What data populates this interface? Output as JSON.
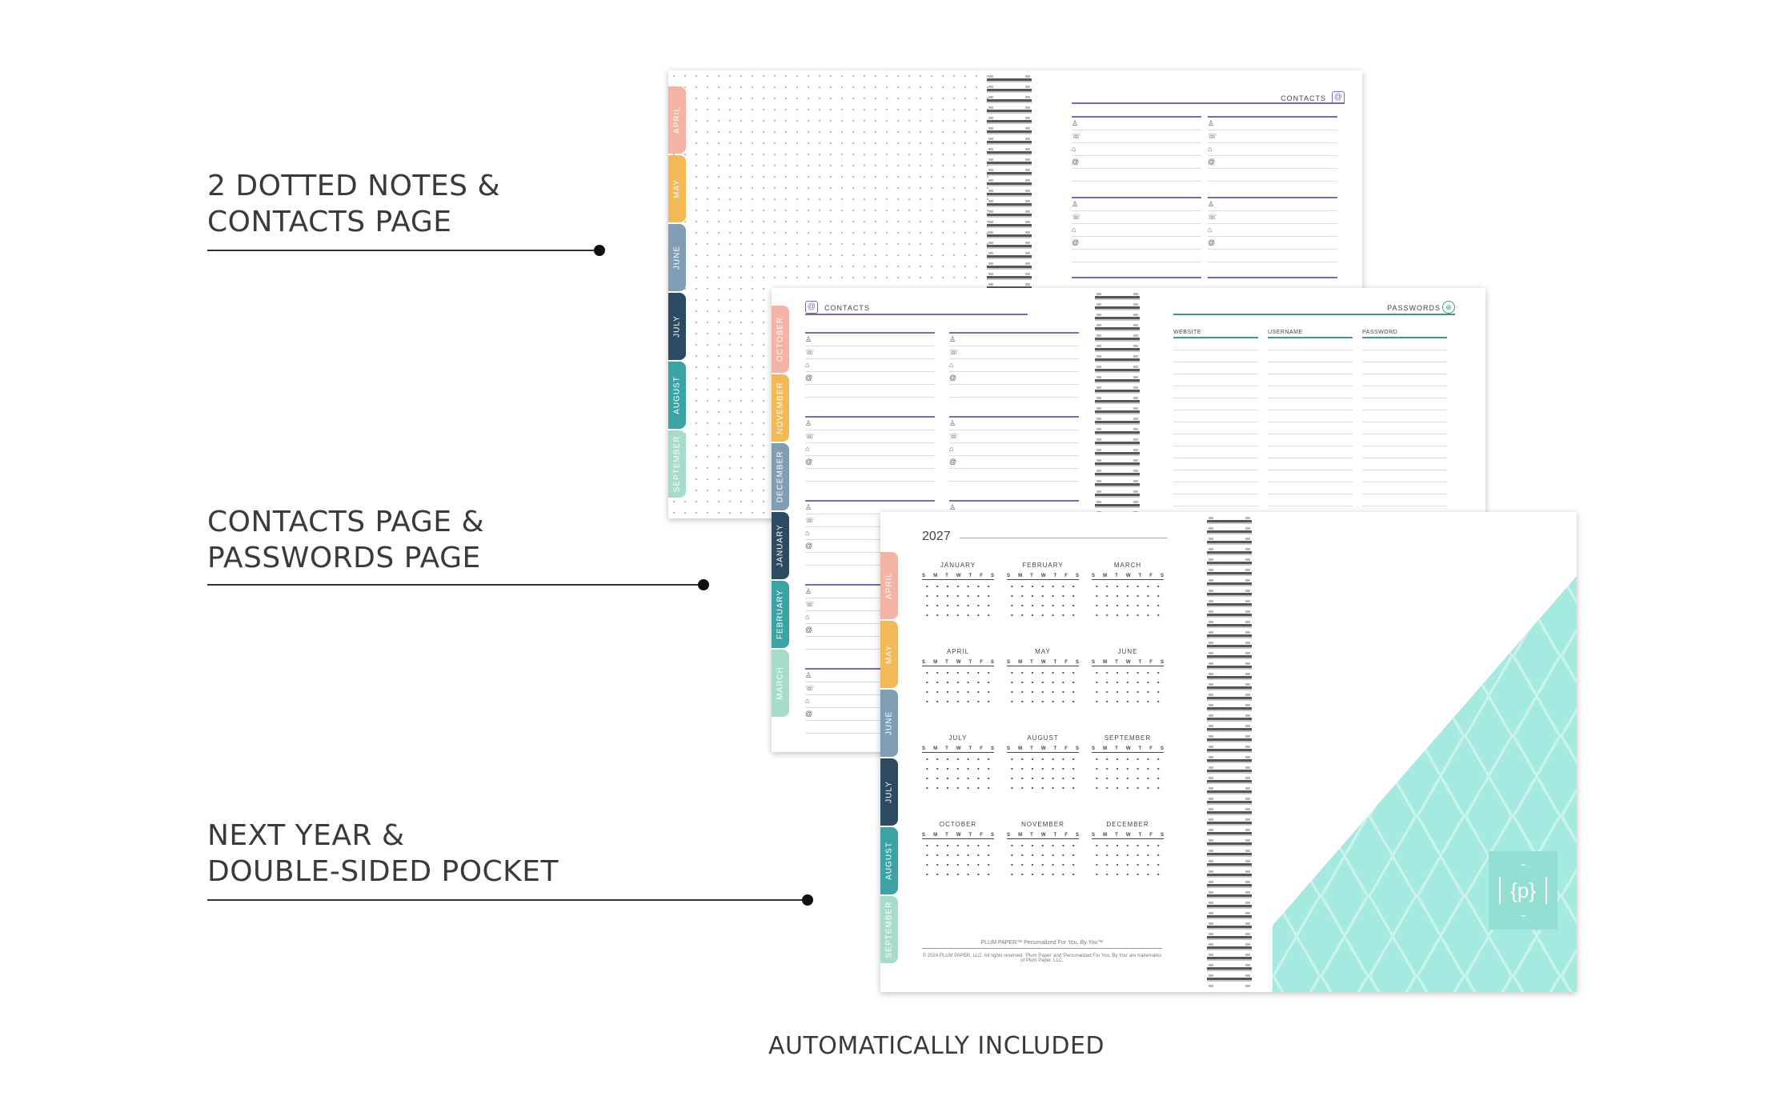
{
  "callouts": [
    {
      "title": "2 DOTTED NOTES &\nCONTACTS PAGE"
    },
    {
      "title": "CONTACTS PAGE &\nPASSWORDS PAGE"
    },
    {
      "title": "NEXT YEAR &\nDOUBLE-SIDED POCKET"
    }
  ],
  "footer": "AUTOMATICALLY INCLUDED",
  "spread1": {
    "tabs": [
      {
        "label": "APRIL",
        "color": "#f4b3a3"
      },
      {
        "label": "MAY",
        "color": "#f2b956"
      },
      {
        "label": "JUNE",
        "color": "#7f9db3"
      },
      {
        "label": "JULY",
        "color": "#2c4b62"
      },
      {
        "label": "AUGUST",
        "color": "#3ca3a5"
      },
      {
        "label": "SEPTEMBER",
        "color": "#a7dccc"
      }
    ],
    "right_header": "CONTACTS"
  },
  "spread2": {
    "tabs": [
      {
        "label": "OCTOBER",
        "color": "#f4b3a3"
      },
      {
        "label": "NOVEMBER",
        "color": "#f2b956"
      },
      {
        "label": "DECEMBER",
        "color": "#7f9db3"
      },
      {
        "label": "JANUARY",
        "color": "#2c4b62"
      },
      {
        "label": "FEBRUARY",
        "color": "#3ca3a5"
      },
      {
        "label": "MARCH",
        "color": "#a7dccc"
      }
    ],
    "left_header": "CONTACTS",
    "right_header": "PASSWORDS",
    "password_columns": [
      "WEBSITE",
      "USERNAME",
      "PASSWORD"
    ]
  },
  "spread3": {
    "tabs": [
      {
        "label": "APRIL",
        "color": "#f4b3a3"
      },
      {
        "label": "MAY",
        "color": "#f2b956"
      },
      {
        "label": "JUNE",
        "color": "#7f9db3"
      },
      {
        "label": "JULY",
        "color": "#2c4b62"
      },
      {
        "label": "AUGUST",
        "color": "#3ca3a5"
      },
      {
        "label": "SEPTEMBER",
        "color": "#a7dccc"
      }
    ],
    "year": "2027",
    "months": [
      "JANUARY",
      "FEBRUARY",
      "MARCH",
      "APRIL",
      "MAY",
      "JUNE",
      "JULY",
      "AUGUST",
      "SEPTEMBER",
      "OCTOBER",
      "NOVEMBER",
      "DECEMBER"
    ],
    "weekdays": [
      "S",
      "M",
      "T",
      "W",
      "T",
      "F",
      "S"
    ],
    "brand_line": "PLUM PAPER™    Personalized For You, By You™",
    "fine_print": "© 2024 PLUM PAPER, LLC. All rights reserved. 'Plum Paper' and 'Personalized For You, By You' are trademarks of Plum Paper, LLC.",
    "logo_glyph": "{p}",
    "pocket_color": "#a5eae0"
  }
}
